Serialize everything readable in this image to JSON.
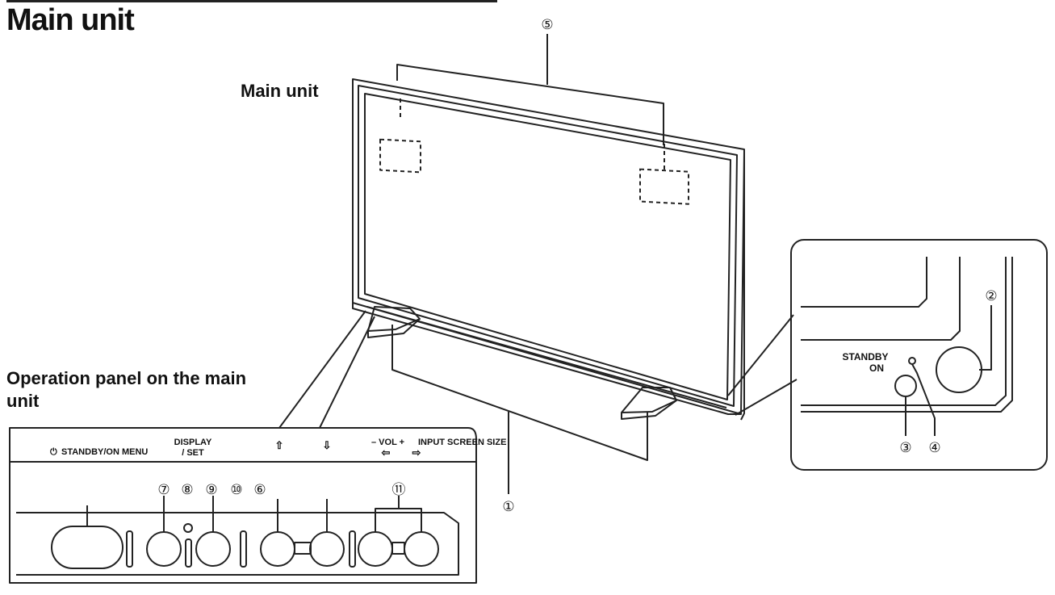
{
  "title": "Main unit",
  "labels": {
    "main_unit": "Main unit",
    "operation_panel": "Operation panel on the main unit"
  },
  "callouts": {
    "c1": "①",
    "c2": "②",
    "c3": "③",
    "c4": "④",
    "c5": "⑤",
    "c6": "⑥",
    "c7": "⑦",
    "c8": "⑧",
    "c9": "⑨",
    "c10": "⑩",
    "c11": "⑪"
  },
  "panel_labels": {
    "standby_on_menu": "STANDBY/ON MENU",
    "display": "DISPLAY",
    "set": "/ SET",
    "up": "⇧",
    "down": "⇩",
    "vol": "– VOL +",
    "input_screen_size": "INPUT SCREEN SIZE",
    "left": "⇦",
    "right": "⇨",
    "power_symbol": "⏻"
  },
  "zoom_labels": {
    "standby": "STANDBY",
    "on": "ON"
  },
  "colors": {
    "line": "#222222",
    "paper": "#ffffff"
  }
}
